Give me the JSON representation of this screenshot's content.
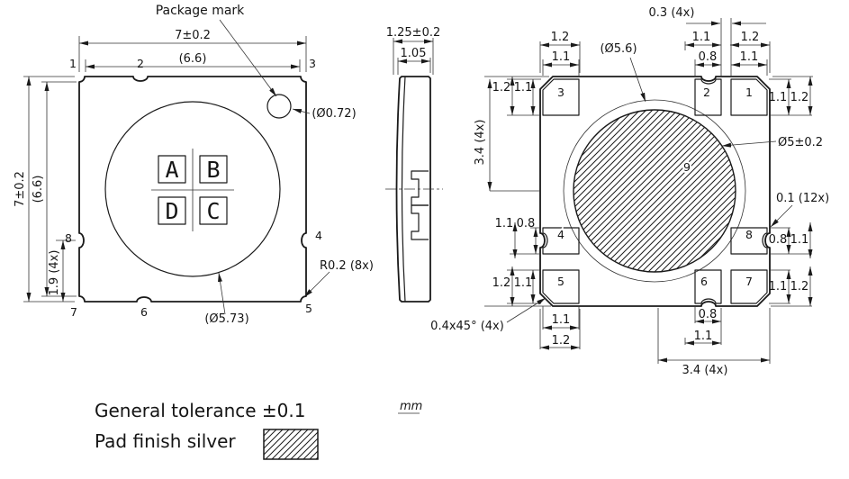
{
  "colors": {
    "line": "#1a1a1a",
    "background": "#ffffff"
  },
  "top_view": {
    "package_mark_label": "Package mark",
    "dims": {
      "width": "7±0.2",
      "width_ref": "(6.6)",
      "height": "7±0.2",
      "height_ref": "(6.6)",
      "castellation_offset": "1.9 (4x)",
      "mark_dia": "(Ø0.72)",
      "lid_dia": "(Ø5.73)",
      "corner_radius": "R0.2 (8x)"
    },
    "pin_numbers": [
      "1",
      "2",
      "3",
      "4",
      "5",
      "6",
      "7",
      "8"
    ],
    "mark_letters": [
      "A",
      "B",
      "D",
      "C"
    ]
  },
  "side_view": {
    "dims": {
      "total_thickness": "1.25±0.2",
      "body_thickness": "1.05"
    }
  },
  "bottom_view": {
    "dims": {
      "pad_gap": "0.3 (4x)",
      "d12": "1.2",
      "d11": "1.1",
      "d08": "0.8",
      "lid_dia_ref": "(Ø5.6)",
      "pad_dia": "Ø5±0.2",
      "edge_gap": "0.1 (12x)",
      "pitch": "3.4 (4x)",
      "chamfer": "0.4x45° (4x)"
    },
    "pad_numbers": [
      "1",
      "2",
      "3",
      "4",
      "5",
      "6",
      "7",
      "8",
      "9"
    ]
  },
  "notes": {
    "general_tolerance": "General tolerance ±0.1",
    "pad_finish": "Pad finish silver",
    "units": "mm"
  }
}
